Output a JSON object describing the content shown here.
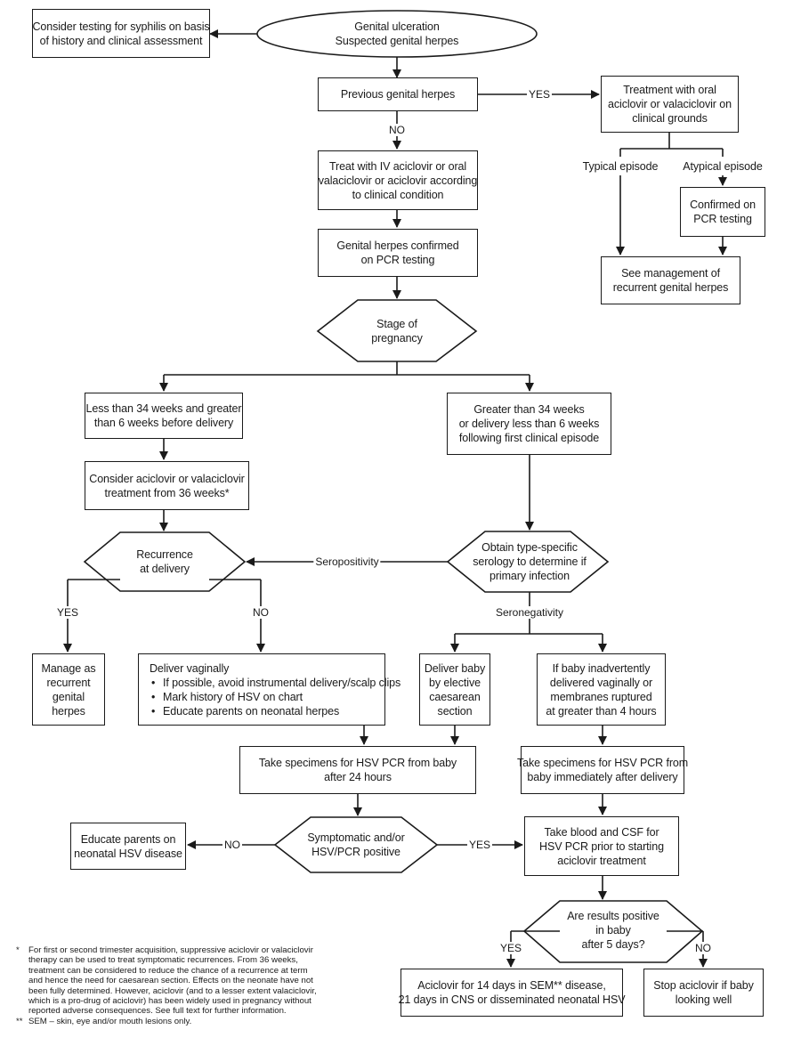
{
  "nodes": {
    "start": [
      "Genital ulceration",
      "Suspected genital herpes"
    ],
    "syphilis": [
      "Consider testing for syphilis on basis",
      "of history and clinical assessment"
    ],
    "previous": [
      "Previous genital herpes"
    ],
    "oral_treatment": [
      "Treatment with oral",
      "aciclovir or valaciclovir on",
      "clinical grounds"
    ],
    "typical": [
      "Typical episode"
    ],
    "atypical": [
      "Atypical episode"
    ],
    "confirmed_pcr": [
      "Confirmed on",
      "PCR testing"
    ],
    "see_management": [
      "See management of",
      "recurrent genital herpes"
    ],
    "iv_treat": [
      "Treat with IV aciclovir or oral",
      "valaciclovir or aciclovir according",
      "to clinical condition"
    ],
    "herpes_confirmed": [
      "Genital herpes confirmed",
      "on PCR testing"
    ],
    "stage": [
      "Stage of",
      "pregnancy"
    ],
    "less34": [
      "Less than 34 weeks and greater",
      "than 6 weeks before delivery"
    ],
    "greater34": [
      "Greater than 34 weeks",
      "or delivery less than 6 weeks",
      "following first clinical episode"
    ],
    "consider_36": [
      "Consider aciclovir or valaciclovir",
      "treatment from 36 weeks*"
    ],
    "recurrence": [
      "Recurrence",
      "at delivery"
    ],
    "serology": [
      "Obtain type-specific",
      "serology to determine if",
      "primary infection"
    ],
    "manage_recurrent": [
      "Manage as",
      "recurrent",
      "genital",
      "herpes"
    ],
    "deliver_vaginally_title": "Deliver vaginally",
    "deliver_vaginally_bullets": [
      "If possible, avoid instrumental delivery/scalp clips",
      "Mark history of HSV on chart",
      "Educate parents on neonatal herpes"
    ],
    "caesarean": [
      "Deliver baby",
      "by elective",
      "caesarean",
      "section"
    ],
    "inadvertent": [
      "If baby inadvertently",
      "delivered vaginally or",
      "membranes ruptured",
      "at greater than 4 hours"
    ],
    "specimens_24": [
      "Take specimens for HSV PCR from baby",
      "after 24 hours"
    ],
    "specimens_immediate": [
      "Take specimens for HSV PCR from",
      "baby immediately after delivery"
    ],
    "educate_neonatal": [
      "Educate parents on",
      "neonatal HSV disease"
    ],
    "symptomatic": [
      "Symptomatic and/or",
      "HSV/PCR positive"
    ],
    "blood_csf": [
      "Take blood and CSF for",
      "HSV PCR prior to starting",
      "aciclovir treatment"
    ],
    "results": [
      "Are results positive",
      "in baby",
      "after 5 days?"
    ],
    "aciclovir_14": [
      "Aciclovir for 14 days in SEM** disease,",
      "21 days in CNS or disseminated neonatal HSV"
    ],
    "stop_aciclovir": [
      "Stop aciclovir if baby",
      "looking well"
    ]
  },
  "labels": {
    "yes_previous": "YES",
    "no_previous": "NO",
    "seropositivity": "Seropositivity",
    "seronegativity": "Seronegativity",
    "yes_recurrence": "YES",
    "no_recurrence": "NO",
    "no_symptomatic": "NO",
    "yes_symptomatic": "YES",
    "yes_results": "YES",
    "no_results": "NO"
  },
  "footnotes": [
    {
      "mark": "*",
      "lines": [
        "For first or second trimester acquisition, suppressive aciclovir or valaciclovir",
        "therapy can be used to treat symptomatic recurrences. From 36 weeks,",
        "treatment can be considered to reduce the chance of a recurrence at term",
        "and hence the need for caesarean section. Effects on the neonate have not",
        "been fully determined. However, aciclovir (and to a lesser extent valaciclovir,",
        "which is a pro-drug of aciclovir) has been widely used in pregnancy without",
        "reported adverse consequences. See full text for further information."
      ]
    },
    {
      "mark": "**",
      "lines": [
        "SEM – skin, eye and/or mouth lesions only."
      ]
    }
  ],
  "colors": {
    "line": "#1a1a1a",
    "background": "#ffffff"
  }
}
